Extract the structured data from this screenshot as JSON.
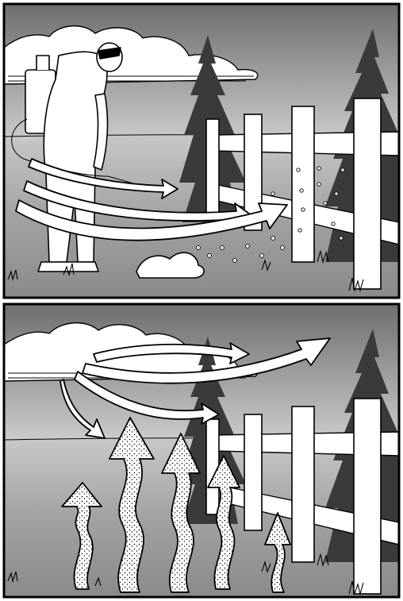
{
  "figure": {
    "panels": [
      {
        "id": "top",
        "depicts": "spray-drift"
      },
      {
        "id": "bottom",
        "depicts": "vapor-drift"
      }
    ],
    "colors": {
      "ink": "#000000",
      "sky_dark": "#6e6e6e",
      "sky_light": "#f2f2f2",
      "ground": "#9a9a9a",
      "tree": "#3a3a3a",
      "paper": "#ffffff"
    }
  }
}
